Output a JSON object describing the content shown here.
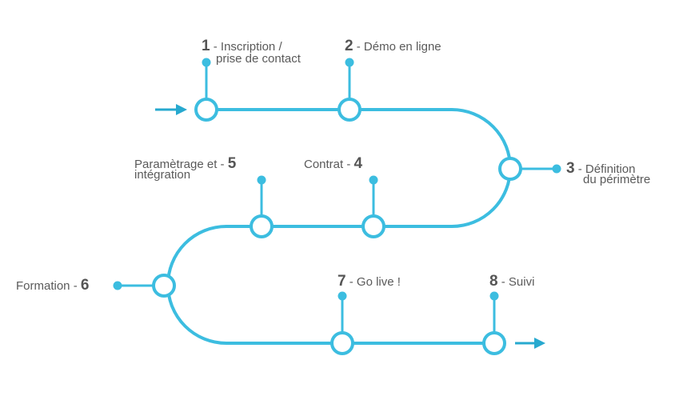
{
  "colors": {
    "track": "#3cbde0",
    "node_fill": "#ffffff",
    "arrow": "#27a9cf",
    "text": "#5a5a5a",
    "number": "#555555"
  },
  "steps": [
    {
      "number": "1",
      "label_line1": "- Inscription /",
      "label_line2": "prise de contact"
    },
    {
      "number": "2",
      "label_line1": "- Démo en ligne"
    },
    {
      "number": "3",
      "label_line1": "- Définition",
      "label_line2": "du périmètre"
    },
    {
      "number": "4",
      "label_line1": "Contrat -"
    },
    {
      "number": "5",
      "label_line1": "Paramètrage et -",
      "label_line2": "intégration"
    },
    {
      "number": "6",
      "label_line1": "Formation -"
    },
    {
      "number": "7",
      "label_line1": "- Go live !"
    },
    {
      "number": "8",
      "label_line1": "- Suivi"
    }
  ]
}
